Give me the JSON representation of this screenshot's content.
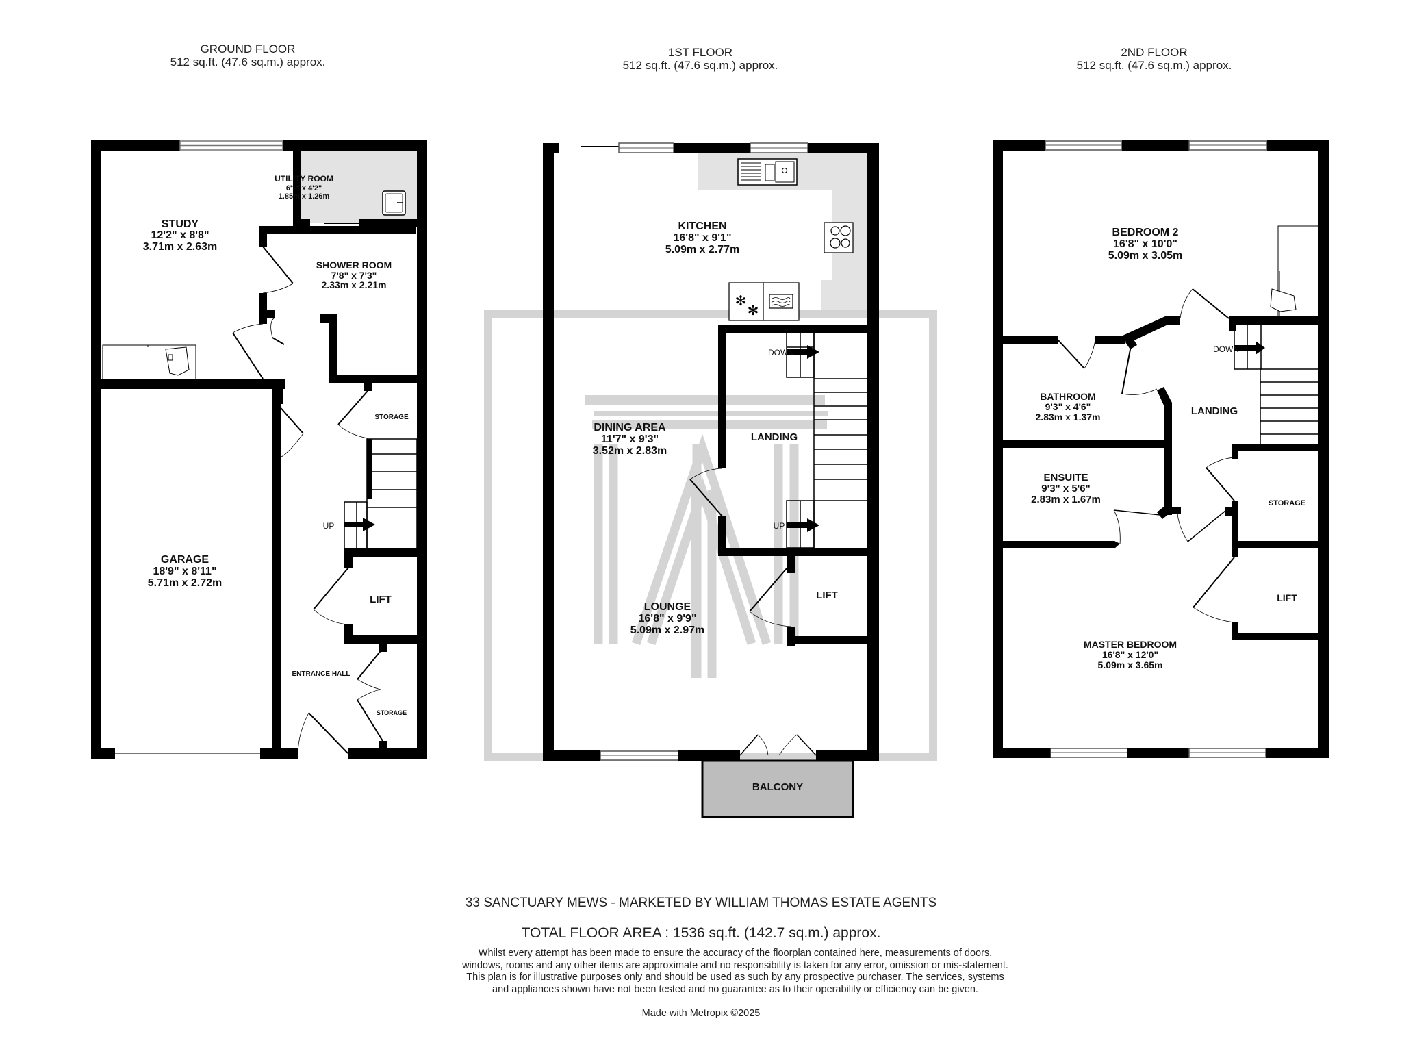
{
  "floors": [
    {
      "name": "GROUND FLOOR",
      "area": "512 sq.ft. (47.6 sq.m.) approx."
    },
    {
      "name": "1ST FLOOR",
      "area": "512 sq.ft. (47.6 sq.m.) approx."
    },
    {
      "name": "2ND FLOOR",
      "area": "512 sq.ft. (47.6 sq.m.) approx."
    }
  ],
  "rooms": {
    "utility": {
      "name": "UTILITY ROOM",
      "imperial": "6'1\"  x 4'2\"",
      "metric": "1.85m  x 1.26m"
    },
    "study": {
      "name": "STUDY",
      "imperial": "12'2\"  x 8'8\"",
      "metric": "3.71m  x 2.63m"
    },
    "shower": {
      "name": "SHOWER ROOM",
      "imperial": "7'8\"  x 7'3\"",
      "metric": "2.33m  x 2.21m"
    },
    "garage": {
      "name": "GARAGE",
      "imperial": "18'9\"  x 8'11\"",
      "metric": "5.71m  x 2.72m"
    },
    "g_storage1": {
      "name": "STORAGE"
    },
    "g_storage2": {
      "name": "STORAGE"
    },
    "g_lift": {
      "name": "LIFT"
    },
    "entrance": {
      "name": "ENTRANCE HALL"
    },
    "g_up": {
      "name": "UP"
    },
    "kitchen": {
      "name": "KITCHEN",
      "imperial": "16'8\"  x 9'1\"",
      "metric": "5.09m  x 2.77m"
    },
    "dining": {
      "name": "DINING AREA",
      "imperial": "11'7\"  x 9'3\"",
      "metric": "3.52m  x 2.83m"
    },
    "f1_landing": {
      "name": "LANDING"
    },
    "f1_down": {
      "name": "DOWN"
    },
    "f1_up": {
      "name": "UP"
    },
    "f1_lift": {
      "name": "LIFT"
    },
    "lounge": {
      "name": "LOUNGE",
      "imperial": "16'8\"  x 9'9\"",
      "metric": "5.09m  x 2.97m"
    },
    "balcony": {
      "name": "BALCONY"
    },
    "bedroom2": {
      "name": "BEDROOM 2",
      "imperial": "16'8\"  x 10'0\"",
      "metric": "5.09m  x 3.05m"
    },
    "bathroom": {
      "name": "BATHROOM",
      "imperial": "9'3\"  x 4'6\"",
      "metric": "2.83m  x 1.37m"
    },
    "f2_landing": {
      "name": "LANDING"
    },
    "f2_down": {
      "name": "DOWN"
    },
    "ensuite": {
      "name": "ENSUITE",
      "imperial": "9'3\"  x 5'6\"",
      "metric": "2.83m  x 1.67m"
    },
    "f2_storage": {
      "name": "STORAGE"
    },
    "f2_lift": {
      "name": "LIFT"
    },
    "master": {
      "name": "MASTER BEDROOM",
      "imperial": "16'8\"  x 12'0\"",
      "metric": "5.09m  x 3.65m"
    }
  },
  "footer": {
    "address": "33 SANCTUARY MEWS - MARKETED BY WILLIAM THOMAS ESTATE AGENTS",
    "total_area": "TOTAL FLOOR AREA : 1536 sq.ft. (142.7 sq.m.) approx.",
    "disclaimer": "Whilst every attempt has been made to ensure the accuracy of the floorplan contained here, measurements of doors, windows, rooms and any other items are approximate and no responsibility is taken for any error, omission or mis-statement. This plan is for illustrative purposes only and should be used as such by any prospective purchaser. The services, systems and appliances shown have not been tested and no guarantee as to their operability or efficiency can be given.",
    "made_with": "Made with Metropix ©2025"
  },
  "icons": [
    "sink-icon",
    "hob-icon",
    "fridge-freezer-icon",
    "microwave-icon",
    "desk-chair-icon",
    "stairs-arrow-icon",
    "watermark-logo"
  ],
  "colors": {
    "wall": "#000000",
    "fitted": "#e3e3e3",
    "balcony": "#bdbdbd",
    "watermark": "#d6d6d6"
  }
}
